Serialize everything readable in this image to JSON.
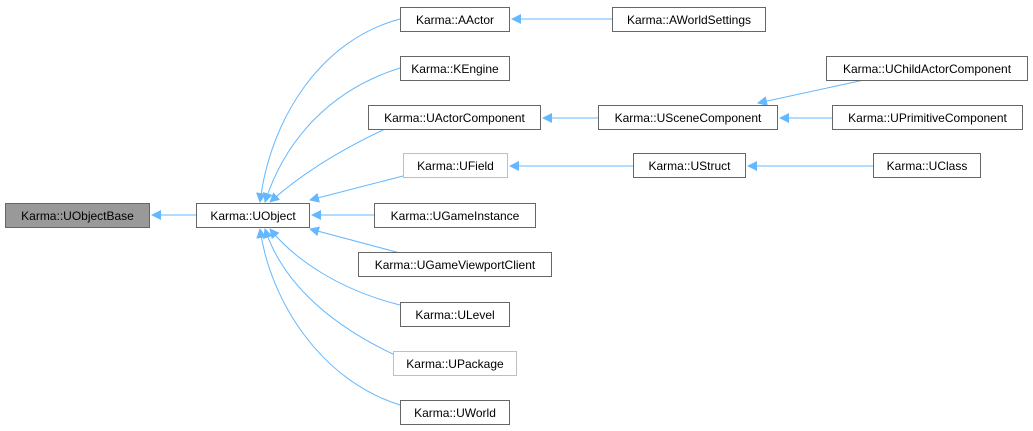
{
  "colors": {
    "edge": "#63b8ff",
    "border": "#666666",
    "dim_border": "#bfbfbf",
    "root_fill": "#999999"
  },
  "nodes": {
    "uobjectbase": "Karma::UObjectBase",
    "uobject": "Karma::UObject",
    "aactor": "Karma::AActor",
    "aworldsettings": "Karma::AWorldSettings",
    "kengine": "Karma::KEngine",
    "uactorcomponent": "Karma::UActorComponent",
    "uscenecomponent": "Karma::USceneComponent",
    "uchildactorcomponent": "Karma::UChildActorComponent",
    "uprimitivecomponent": "Karma::UPrimitiveComponent",
    "ufield": "Karma::UField",
    "ustruct": "Karma::UStruct",
    "uclass": "Karma::UClass",
    "ugameinstance": "Karma::UGameInstance",
    "ugameviewportclient": "Karma::UGameViewportClient",
    "ulevel": "Karma::ULevel",
    "upackage": "Karma::UPackage",
    "uworld": "Karma::UWorld"
  }
}
